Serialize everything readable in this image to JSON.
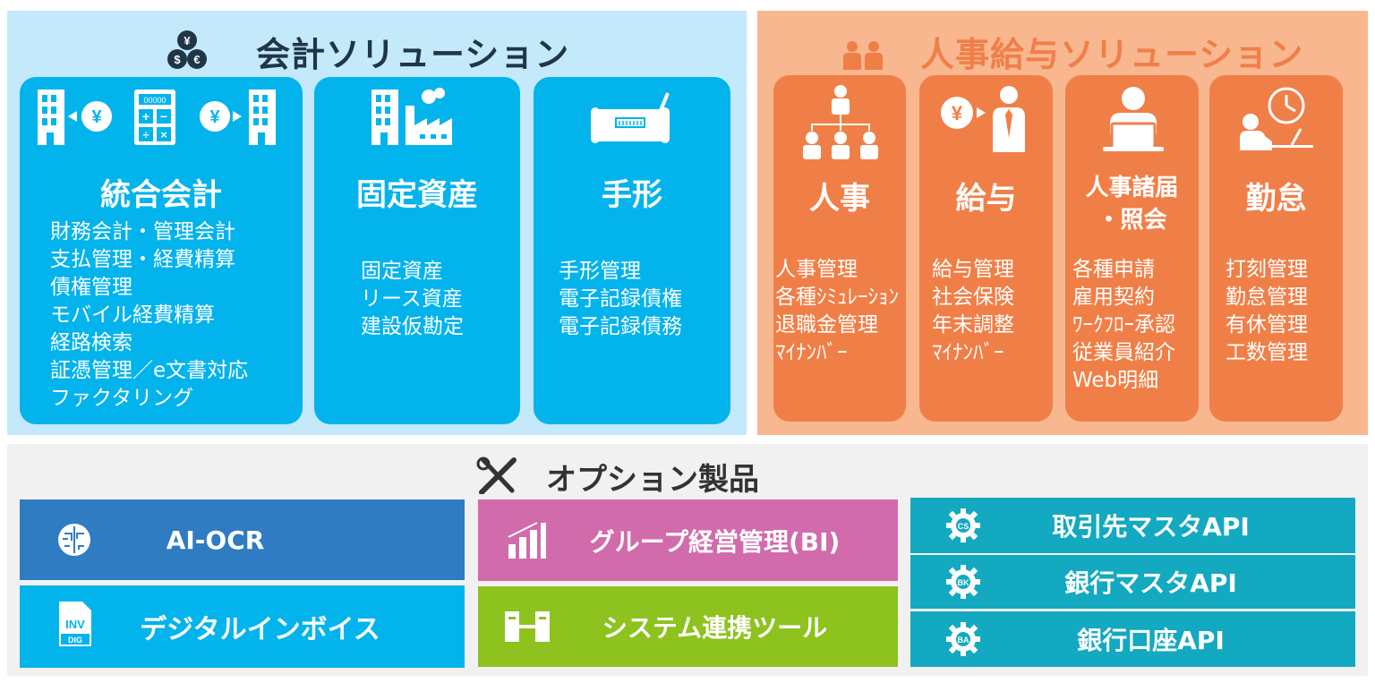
{
  "accounting": {
    "title": "会計ソリューション",
    "cards": [
      {
        "title": "統合会計",
        "items": [
          "財務会計・管理会計",
          "支払管理・経費精算",
          "債権管理",
          "モバイル経費精算",
          "経路検索",
          "証憑管理／e文書対応",
          "ファクタリング"
        ]
      },
      {
        "title": "固定資産",
        "items": [
          "固定資産",
          "リース資産",
          "建設仮勘定"
        ]
      },
      {
        "title": "手形",
        "items": [
          "手形管理",
          "電子記録債権",
          "電子記録債務"
        ]
      }
    ]
  },
  "hr": {
    "title": "人事給与ソリューション",
    "cards": [
      {
        "title": "人事",
        "items": [
          "人事管理",
          "各種ｼﾐｭﾚｰｼｮﾝ",
          "退職金管理",
          "ﾏｲﾅﾝﾊﾞｰ"
        ]
      },
      {
        "title": "給与",
        "items": [
          "給与管理",
          "社会保険",
          "年末調整",
          "ﾏｲﾅﾝﾊﾞｰ"
        ]
      },
      {
        "title_line1": "人事諸届",
        "title_line2": "・照会",
        "items": [
          "各種申請",
          "雇用契約",
          "ﾜｰｸﾌﾛｰ承認",
          "従業員紹介",
          "Web明細"
        ]
      },
      {
        "title": "勤怠",
        "items": [
          "打刻管理",
          "勤怠管理",
          "有休管理",
          "工数管理"
        ]
      }
    ]
  },
  "options": {
    "title": "オプション製品",
    "products": {
      "ai_ocr": "AI-OCR",
      "digital_invoice": "デジタルインボイス",
      "group_bi": "グループ経営管理(BI)",
      "system_link": "システム連携ツール",
      "client_master_api": "取引先マスタAPI",
      "bank_master_api": "銀行マスタAPI",
      "bank_account_api": "銀行口座API"
    },
    "icon_text": {
      "inv": "INV",
      "dig": "DIG",
      "cs": "CS",
      "bk": "BK",
      "ba": "BA"
    }
  },
  "icon_glyphs": {
    "yen": "¥",
    "euro": "€",
    "dollar": "$",
    "calc_display": "00000",
    "calc_keys": "+−÷×"
  },
  "colors": {
    "accounting_bg": "#c3e9fb",
    "accounting_card": "#03b3ec",
    "hr_bg": "#f9b790",
    "hr_card": "#f07f47",
    "ai_ocr": "#2f7cc2",
    "digital_invoice": "#03b3ec",
    "group_bi": "#d16bab",
    "system_link": "#8dc21f",
    "api": "#13a9c0"
  }
}
